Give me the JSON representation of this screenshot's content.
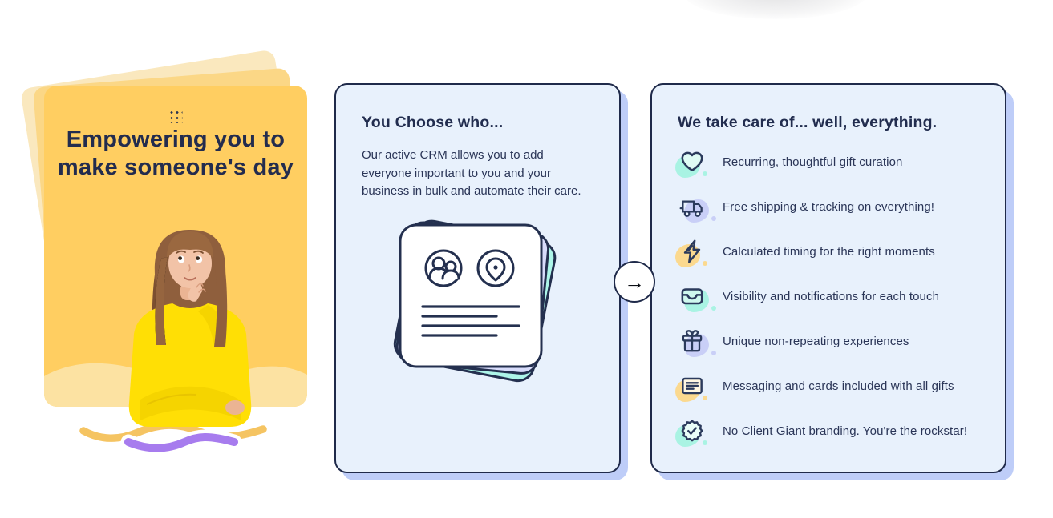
{
  "left_card": {
    "title": "Empowering you to make someone's day",
    "dots_icon": "grid-dots-icon",
    "photo": "woman-in-yellow-sweater-thinking",
    "colors": {
      "card": "#FFCE61",
      "fan_mid": "#FBD786",
      "fan_back": "#FAE8BE",
      "wave_band": "#FCE2A2",
      "title_text": "#232C4E",
      "squiggle_yellow": "#F5C462",
      "squiggle_purple": "#A77CEE"
    }
  },
  "middle_card": {
    "title": "You Choose who...",
    "body": "Our active CRM allows you to add everyone important to you and your business in bulk and automate their care.",
    "illustration": "stacked-contact-cards",
    "colors": {
      "background": "#E8F1FC",
      "border": "#1F2A4A",
      "shadow": "#BECDF8",
      "stack_back": "#AEF6E9",
      "stack_middle": "#D8DCFB"
    }
  },
  "arrow": {
    "symbol": "→"
  },
  "right_card": {
    "title": "We take care of... well, everything.",
    "items": [
      {
        "icon": "heart-icon",
        "label": "Recurring, thoughtful gift curation",
        "blob_color": "#A9F3E3"
      },
      {
        "icon": "truck-icon",
        "label": "Free shipping & tracking on everything!",
        "blob_color": "#C9CFF7"
      },
      {
        "icon": "lightning-icon",
        "label": "Calculated timing for the right moments",
        "blob_color": "#FBD98F"
      },
      {
        "icon": "inbox-icon",
        "label": "Visibility and notifications for each touch",
        "blob_color": "#A9F3E3"
      },
      {
        "icon": "gift-icon",
        "label": "Unique non-repeating experiences",
        "blob_color": "#C9CFF7"
      },
      {
        "icon": "message-icon",
        "label": "Messaging and cards included with all gifts",
        "blob_color": "#FBD98F"
      },
      {
        "icon": "check-badge-icon",
        "label": "No Client Giant branding. You're the rockstar!",
        "blob_color": "#A9F3E3"
      }
    ],
    "colors": {
      "text": "#2A3557"
    }
  }
}
